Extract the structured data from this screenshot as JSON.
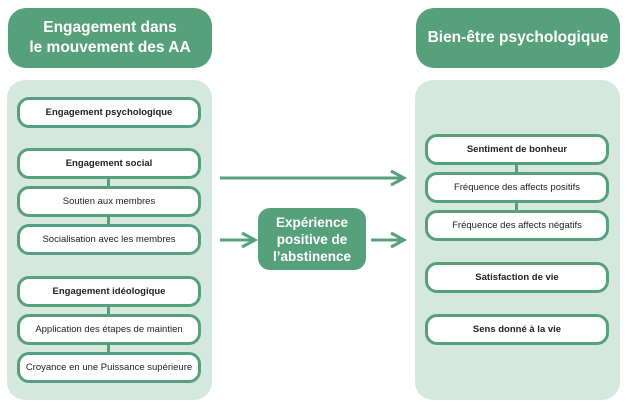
{
  "left": {
    "header": {
      "line1": "Engagement dans",
      "line2": "le mouvement des AA"
    },
    "groups": [
      {
        "items": [
          "Engagement psychologique"
        ]
      },
      {
        "items": [
          "Engagement social",
          "Soutien aux membres",
          "Socialisation avec les membres"
        ]
      },
      {
        "items": [
          "Engagement idéologique",
          "Application des étapes de maintien",
          "Croyance en une Puissance supérieure"
        ]
      }
    ]
  },
  "center": {
    "line1": "Expérience",
    "line2": "positive de",
    "line3": "l’abstinence"
  },
  "right": {
    "header": {
      "title": "Bien-être psychologique"
    },
    "groups": [
      {
        "items": [
          "Sentiment de bonheur",
          "Fréquence des affects positifs",
          "Fréquence des affects négatifs"
        ]
      },
      {
        "items": [
          "Satisfaction de vie"
        ]
      },
      {
        "items": [
          "Sens donné à la vie"
        ]
      }
    ]
  },
  "colors": {
    "accent": "#57a07c",
    "panel": "#d4e8de"
  }
}
